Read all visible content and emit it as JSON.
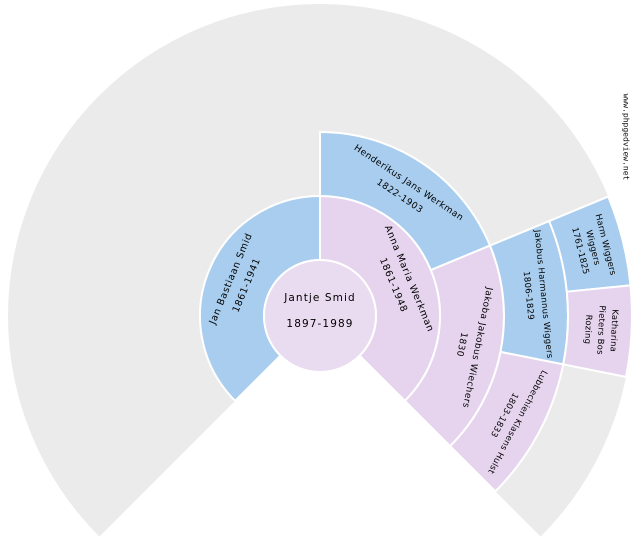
{
  "watermark": {
    "text": "www.phpgedview.net"
  },
  "colors": {
    "male": "#a8cdee",
    "female": "#e6d4ee",
    "center_fill": "#e9dbf0",
    "empty": "#ebebeb",
    "divider": "#ffffff",
    "background": "#ffffff",
    "text": "#000000"
  },
  "chart": {
    "type": "genealogy-fan-chart",
    "fan_angle_degrees": 270,
    "generations_shown": 5,
    "center_person": {
      "name": "Jantje Smid",
      "dates": "1897-1989"
    },
    "ancestors": [
      {
        "id": "father",
        "name": "Jan Bastiaan Smid",
        "lines": [
          "Jan Bastiaan Smid"
        ],
        "dates": "1861-1941",
        "sex": "male",
        "generation": 1,
        "angle_start": -135,
        "angle_end": 0
      },
      {
        "id": "mother",
        "name": "Anna Maria Werkman",
        "lines": [
          "Anna Maria Werkman"
        ],
        "dates": "1861-1948",
        "sex": "female",
        "generation": 1,
        "angle_start": 0,
        "angle_end": 135
      },
      {
        "id": "maternal-grandfather",
        "name": "Henderikus Jans Werkman",
        "lines": [
          "Henderikus Jans Werkman"
        ],
        "dates": "1822-1903",
        "sex": "male",
        "generation": 2,
        "angle_start": 0,
        "angle_end": 67.5
      },
      {
        "id": "maternal-grandmother",
        "name": "Jakoba Jakobus Wiechers",
        "lines": [
          "Jakoba Jakobus Wiechers"
        ],
        "dates": "1830",
        "sex": "female",
        "generation": 2,
        "angle_start": 67.5,
        "angle_end": 135
      },
      {
        "id": "great-grandfather-wiggers",
        "name": "Jakobus Harmannus Wiggers",
        "lines": [
          "Jakobus Harmannus Wiggers"
        ],
        "dates": "1806-1829",
        "sex": "male",
        "generation": 3,
        "angle_start": 67.5,
        "angle_end": 101.25
      },
      {
        "id": "great-grandmother-hulst",
        "name": "Lubbechien Klasens Hulst",
        "lines": [
          "Lubbechien Klasens Hulst"
        ],
        "dates": "1803-1833",
        "sex": "female",
        "generation": 3,
        "angle_start": 101.25,
        "angle_end": 135
      },
      {
        "id": "great-great-grandfather-wiggers",
        "name": "Harm Wiggers Wiggers",
        "lines": [
          "Harm Wiggers",
          "Wiggers"
        ],
        "dates": "1761-1825",
        "sex": "male",
        "generation": 4,
        "angle_start": 67.5,
        "angle_end": 84.375
      },
      {
        "id": "great-great-grandmother-rozing",
        "name": "Katharina Pieters Bos Rozing",
        "lines": [
          "Katharina",
          "Pieters Bos",
          "Rozing"
        ],
        "dates": "",
        "sex": "female",
        "generation": 4,
        "angle_start": 84.375,
        "angle_end": 101.25
      }
    ]
  }
}
